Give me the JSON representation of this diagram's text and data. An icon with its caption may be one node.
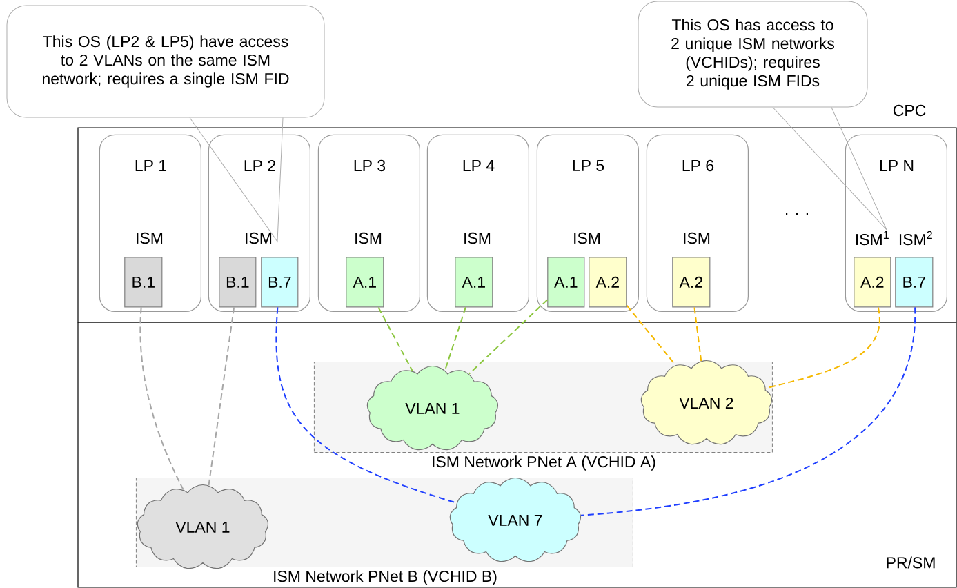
{
  "diagram": {
    "nodes": [
      {
        "text": [
          "This OS (LP2 & LP5) have access to 2 VLANs on the same ISM network; requires a single ISM FID"
        ]
      },
      {
        "text": [
          "This OS has access to 2 unique ISM networks (VCHIDs); requires 2 unique ISM FIDs"
        ]
      },
      {
        "text": [
          "CPC"
        ]
      },
      {
        "text": [
          "LP 1",
          "ISM"
        ],
        "in": 2
      },
      {
        "text": [
          "B.1"
        ],
        "in": 3
      },
      {
        "text": [
          "LP 2",
          "ISM"
        ],
        "in": 2
      },
      {
        "text": [
          "B.1"
        ],
        "in": 5
      },
      {
        "text": [
          "B.7"
        ],
        "in": 5
      },
      {
        "text": [
          "LP 3",
          "ISM"
        ],
        "in": 2
      },
      {
        "text": [
          "A.1"
        ],
        "in": 8
      },
      {
        "text": [
          "LP 4",
          "ISM"
        ],
        "in": 2
      },
      {
        "text": [
          "A.1"
        ],
        "in": 10
      },
      {
        "text": [
          "LP 5",
          "ISM"
        ],
        "in": 2
      },
      {
        "text": [
          "A.1"
        ],
        "in": 12
      },
      {
        "text": [
          "A.2"
        ],
        "in": 12
      },
      {
        "text": [
          "LP 6",
          "ISM"
        ],
        "in": 2
      },
      {
        "text": [
          "A.2"
        ],
        "in": 15
      },
      {
        "text": [
          "LP N",
          "ISM$^{1}$",
          "ISM$^{2}$"
        ],
        "in": 2
      },
      {
        "text": [
          "A.2"
        ],
        "in": 17
      },
      {
        "text": [
          "B.7"
        ],
        "in": 17
      },
      {
        "text": [
          "PR/SM"
        ]
      },
      {
        "text": [
          "ISM Network PNet A (VCHID A)"
        ],
        "in": 20
      },
      {
        "text": [
          "VLAN 1"
        ],
        "in": 21
      },
      {
        "text": [
          "VLAN 2"
        ],
        "in": 21
      },
      {
        "text": [
          "ISM Network PNet B (VCHID B)"
        ],
        "in": 20
      },
      {
        "text": [
          "VLAN 1"
        ],
        "in": 24
      },
      {
        "text": [
          "VLAN 7"
        ],
        "in": 24
      }
    ],
    "edges": [
      {
        "from": 0,
        "to": null,
        "arrow": "none",
        "color": "#adadad"
      },
      {
        "from": 1,
        "to": null,
        "arrow": "none",
        "color": "#adadad"
      },
      {
        "from": 4,
        "to": 25,
        "arrow": "none",
        "style": "dashed",
        "color": "#a6a6a6"
      },
      {
        "from": 6,
        "to": 25,
        "arrow": "none",
        "style": "dashed",
        "color": "#a6a6a6"
      },
      {
        "from": 7,
        "to": 26,
        "arrow": "none",
        "style": "dashed",
        "color": "#1f3fff"
      },
      {
        "from": 9,
        "to": 22,
        "arrow": "none",
        "style": "dashed",
        "color": "#8cc63f"
      },
      {
        "from": 11,
        "to": 22,
        "arrow": "none",
        "style": "dashed",
        "color": "#8cc63f"
      },
      {
        "from": 13,
        "to": 22,
        "arrow": "none",
        "style": "dashed",
        "color": "#8cc63f"
      },
      {
        "from": 14,
        "to": 23,
        "arrow": "none",
        "style": "dashed",
        "color": "#f5b800"
      },
      {
        "from": 16,
        "to": 23,
        "arrow": "none",
        "style": "dashed",
        "color": "#f5b800"
      },
      {
        "from": 18,
        "to": 23,
        "arrow": "none",
        "style": "dashed",
        "color": "#f5b800"
      },
      {
        "from": 19,
        "to": 26,
        "arrow": "none",
        "style": "dashed",
        "color": "#1f3fff"
      }
    ],
    "labels": [
      ". . ."
    ]
  }
}
